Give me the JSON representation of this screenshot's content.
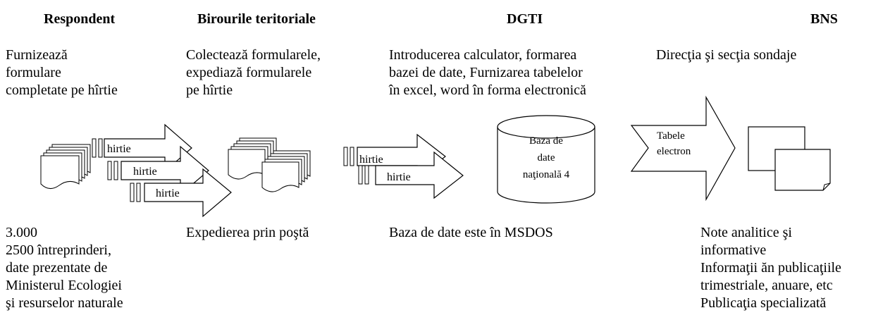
{
  "columns": {
    "respondent": {
      "header": "Respondent",
      "top_lines": [
        "Furnizează",
        "formulare",
        "completate pe hîrtie"
      ],
      "bottom_lines": [
        "3.000",
        "2500 întreprinderi,",
        "date prezentate de",
        "Ministerul Ecologiei",
        "şi resurselor naturale"
      ]
    },
    "birouri": {
      "header": "Birourile teritoriale",
      "top_lines": [
        "Colectează formularele,",
        "expediază formularele",
        "pe hîrtie"
      ],
      "bottom_lines": [
        "Expedierea prin poştă"
      ]
    },
    "dgti": {
      "header": "DGTI",
      "top_lines": [
        "Introducerea calculator, formarea",
        "bazei de date, Furnizarea tabelelor",
        "în excel, word în forma electronică"
      ],
      "bottom_lines": [
        "Baza de date este în MSDOS"
      ]
    },
    "bns": {
      "header": "BNS",
      "top_lines": [
        "Direcţia şi secţia sondaje"
      ],
      "bottom_lines": [
        "Note analitice şi",
        "informative",
        "Informaţii ăn publicaţiile",
        "trimestriale, anuare, etc",
        "Publicaţia specializată"
      ]
    }
  },
  "arrows": {
    "paper_1": "hirtie",
    "paper_2": "hirtie",
    "paper_3": "hirtie",
    "paper_4": "hirtie",
    "paper_5": "hirtie",
    "tables": [
      "Tabele",
      "electron"
    ]
  },
  "database": {
    "lines": [
      "Baza de",
      "date",
      "naţională 4"
    ]
  }
}
